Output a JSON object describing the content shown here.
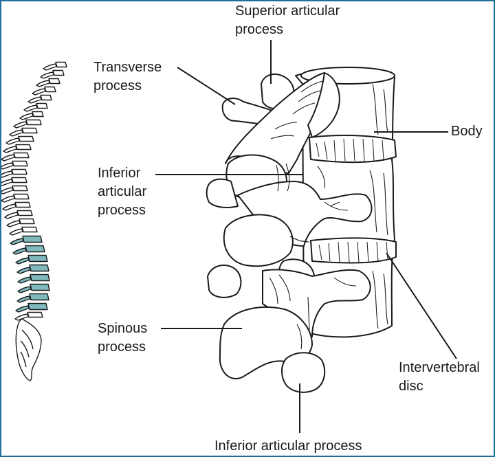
{
  "labels": {
    "superior_articular_process": [
      "Superior articular",
      "process"
    ],
    "transverse_process": [
      "Transverse",
      "process"
    ],
    "body": "Body",
    "inferior_articular_process_left": [
      "Inferior",
      "articular",
      "process"
    ],
    "spinous_process": [
      "Spinous",
      "process"
    ],
    "intervertebral_disc": [
      "Intervertebral",
      "disc"
    ],
    "inferior_articular_process_bottom": "Inferior articular process"
  },
  "colors": {
    "frame": "#1f6f98",
    "line": "#1a1a1a",
    "bone": "#ffffff",
    "lumbar_highlight": "#7fb8bd"
  }
}
